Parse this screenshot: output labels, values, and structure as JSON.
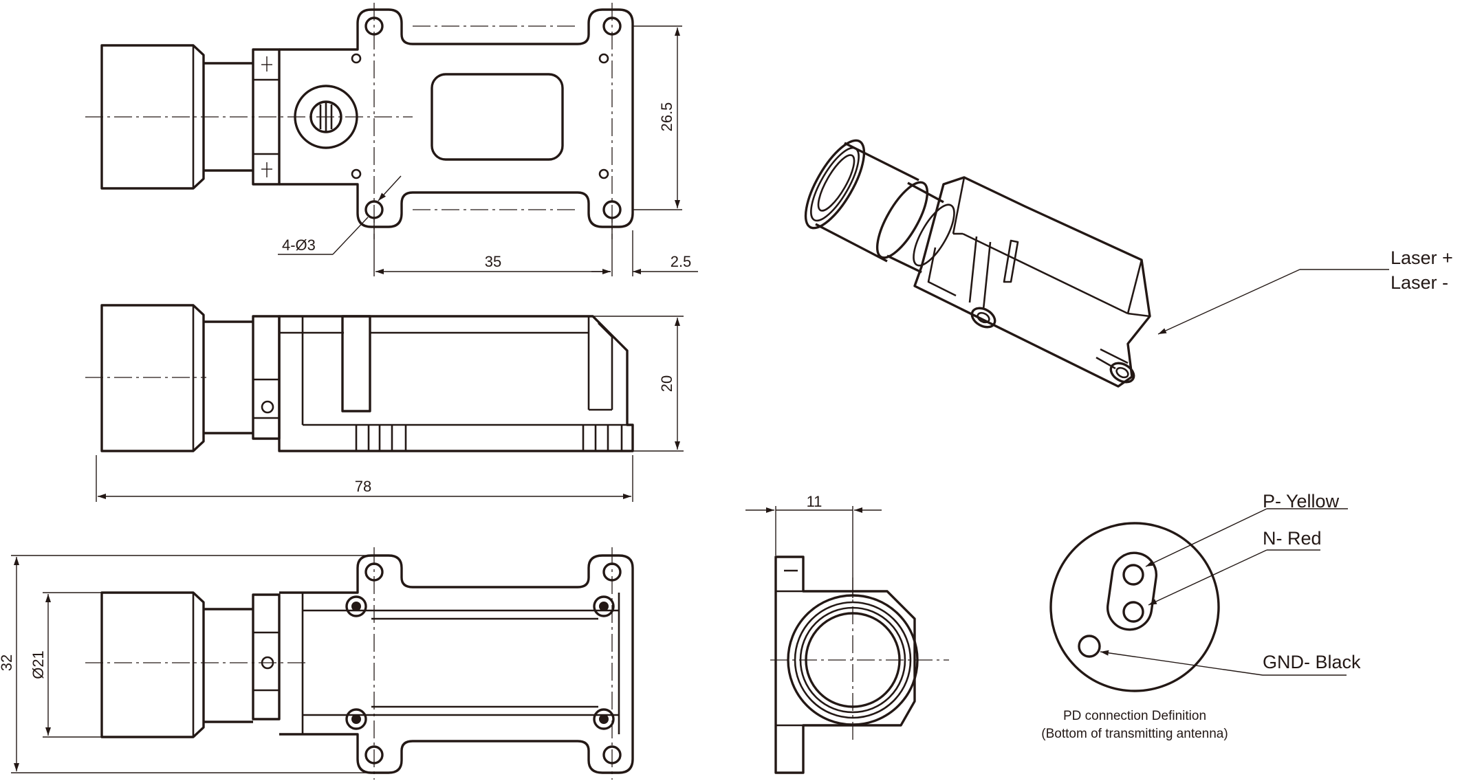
{
  "dimensions": {
    "height_top": "26.5",
    "hole_pitch": "35",
    "hole_offset": "2.5",
    "hole_callout": "4-Ø3",
    "height_side": "20",
    "overall_length": "78",
    "overall_width": "32",
    "lens_diameter": "Ø21",
    "end_width": "11"
  },
  "laser_labels": {
    "positive": "Laser +",
    "negative": "Laser -"
  },
  "pd_labels": {
    "p_pin": "P- Yellow",
    "n_pin": "N- Red",
    "gnd_pin": "GND- Black"
  },
  "pd_caption": {
    "line1": "PD connection Definition",
    "line2": "(Bottom of transmitting antenna)"
  },
  "colors": {
    "line": "#231815",
    "background": "#ffffff"
  }
}
